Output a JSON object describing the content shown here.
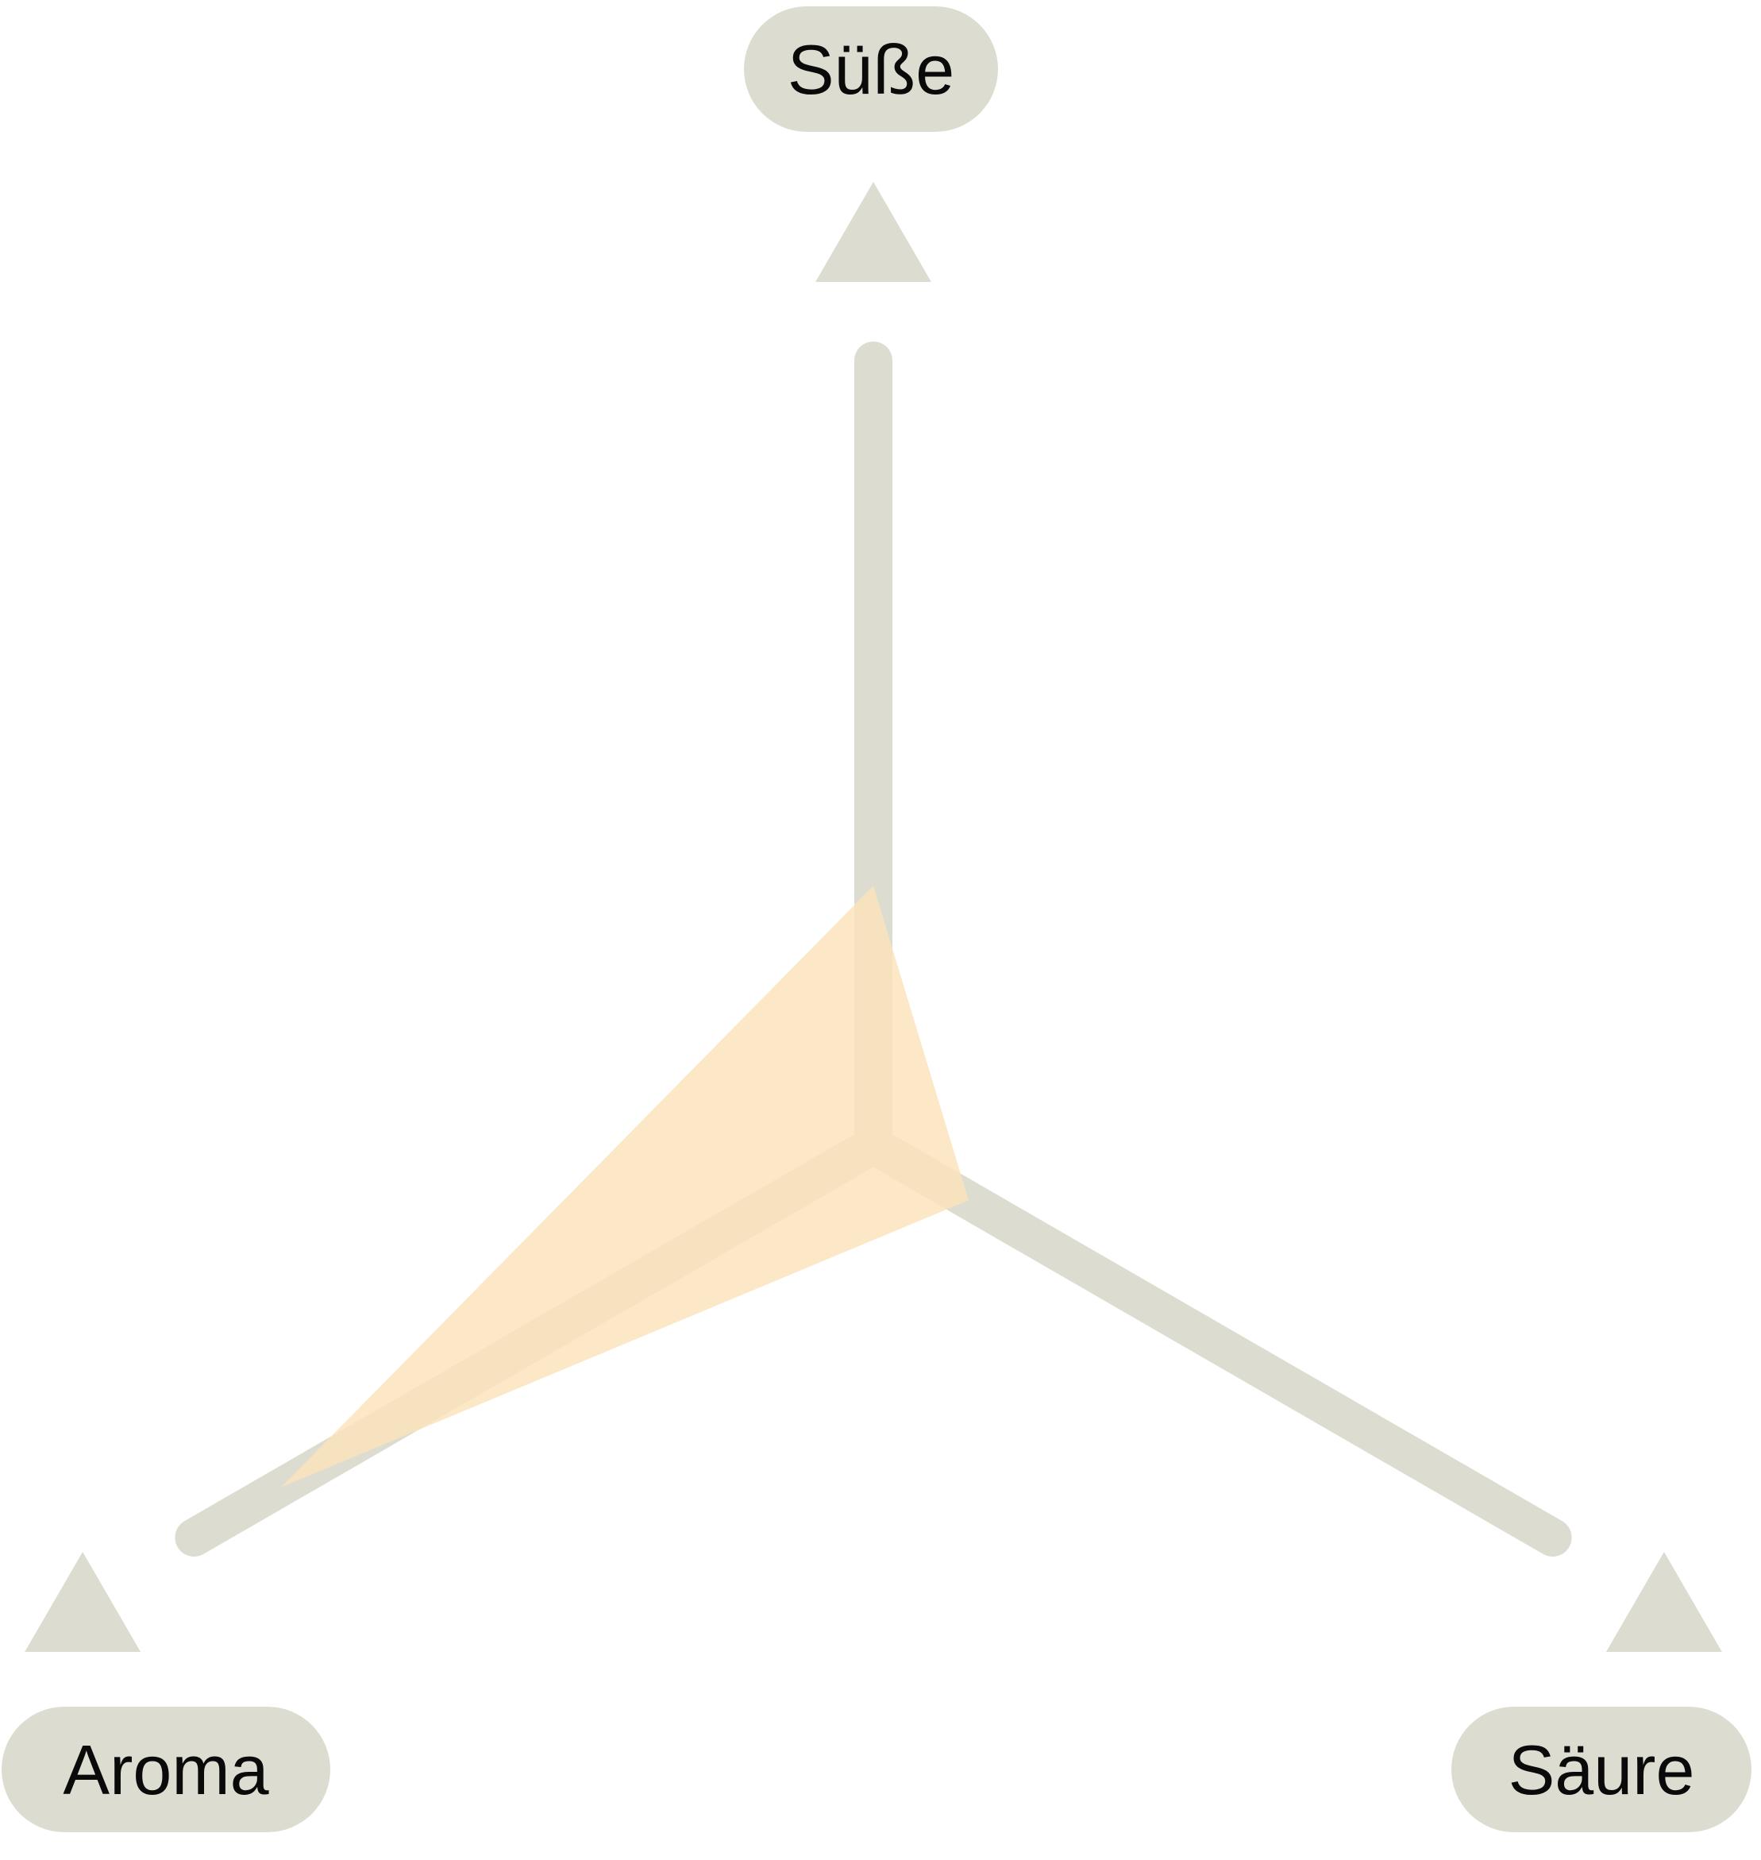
{
  "chart_data": {
    "type": "radar",
    "axes": [
      {
        "id": "suesse",
        "label": "Süße",
        "value": 0.33
      },
      {
        "id": "saeure",
        "label": "Säure",
        "value": 0.14
      },
      {
        "id": "aroma",
        "label": "Aroma",
        "value": 0.87
      }
    ],
    "range": [
      0,
      1
    ],
    "grid": false,
    "legend": "none",
    "colors": {
      "axis": "#dcddd0",
      "label_bg": "#dcddd0",
      "fill": "#fbe3bd",
      "fill_opacity": 0.85,
      "text": "#0a0a0a"
    }
  }
}
